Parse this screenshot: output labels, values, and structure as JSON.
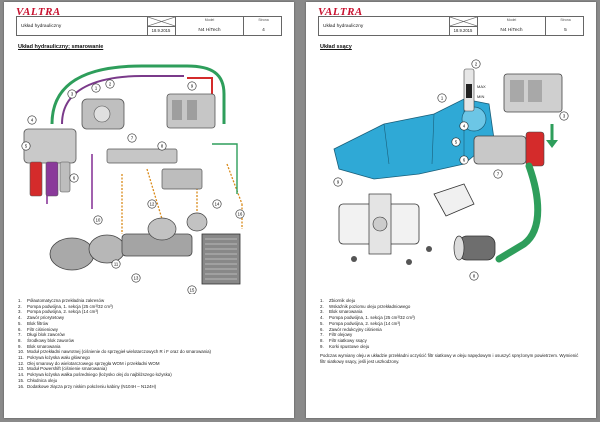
{
  "brand": "VALTRA",
  "pages": [
    {
      "header": {
        "title": "Układ hydrauliczny",
        "date": "18.9.2015",
        "model_label": "Model",
        "model": "N4 HiTech",
        "page_label": "Strona",
        "page": "4"
      },
      "section_title": "Układ hydrauliczny; smarowanie",
      "callouts": [
        "1",
        "2",
        "3",
        "4",
        "5",
        "6",
        "7",
        "8",
        "9",
        "10",
        "11",
        "12",
        "13",
        "14",
        "15",
        "16"
      ],
      "legend": [
        {
          "num": "1.",
          "text": "Półautomatyczna przekładnia zakresów"
        },
        {
          "num": "2.",
          "text": "Pompa podwójna, 1. sekcja (25 cm³/32 cm³)"
        },
        {
          "num": "3.",
          "text": "Pompa podwójna, 2. sekcja (14 cm³)"
        },
        {
          "num": "4.",
          "text": "Zawór priorytetowy"
        },
        {
          "num": "5.",
          "text": "Blok filtrów"
        },
        {
          "num": "6.",
          "text": "Filtr ciśnieniowy"
        },
        {
          "num": "7.",
          "text": "Długi blok zaworów"
        },
        {
          "num": "8.",
          "text": "Środkowy blok zaworów"
        },
        {
          "num": "9.",
          "text": "Blok smarowania"
        },
        {
          "num": "10.",
          "text": "Moduł przekładni nawrotnej (ciśnienie do sprzęgieł wielotarczowych R i F oraz do smarowania)"
        },
        {
          "num": "11.",
          "text": "Pokrywa łożyska wału głównego"
        },
        {
          "num": "12.",
          "text": "Olej smarowy do wielotarczowego sprzęgła WOM i przekładni WOM"
        },
        {
          "num": "13.",
          "text": "Moduł Powershift (ciśnienie smarowania)"
        },
        {
          "num": "14.",
          "text": "Pokrywa łożyska wałka pośredniego (łożysko olej do najbliższego łożyska)"
        },
        {
          "num": "15.",
          "text": "Chłodnica oleju"
        },
        {
          "num": "16.",
          "text": "Dodatkowe złącza przy niskim położeniu kabiny (N104H – N124H)"
        }
      ]
    },
    {
      "header": {
        "title": "Układ hydrauliczny",
        "date": "18.9.2015",
        "model_label": "Model",
        "model": "N4 HiTech",
        "page_label": "Strona",
        "page": "5"
      },
      "section_title": "Układ ssący",
      "callouts": [
        "1",
        "2",
        "3",
        "4",
        "5",
        "6",
        "7",
        "8",
        "9"
      ],
      "gauge_labels": [
        "MAX",
        "MIN"
      ],
      "legend": [
        {
          "num": "1.",
          "text": "Zbiornik oleju"
        },
        {
          "num": "2.",
          "text": "Wskaźnik poziomu oleju przekładniowego"
        },
        {
          "num": "3.",
          "text": "Blok smarowania"
        },
        {
          "num": "4.",
          "text": "Pompa podwójna, 1. sekcja (25 cm³/32 cm³)"
        },
        {
          "num": "5.",
          "text": "Pompa podwójna, 2. sekcja (14 cm³)"
        },
        {
          "num": "6.",
          "text": "Zawór redukcyjny ciśnienia"
        },
        {
          "num": "7.",
          "text": "Filtr olejowy"
        },
        {
          "num": "8.",
          "text": "Filtr siatkowy ssący"
        },
        {
          "num": "9.",
          "text": "Korki spustowe oleju"
        }
      ],
      "note": "Podczas wymiany oleju w układzie przekładni oczyścić filtr siatkowy w oleju napędowym i osuszyć sprężonym powietrzem. Wymienić filtr siatkowy ssący, jeśli jest uszkodzony."
    }
  ],
  "colors": {
    "brand_red": "#c8102e",
    "hydraulic_green": "#2e9e5b",
    "lube_orange": "#d98a1a",
    "suction_cyan": "#2fa9d6",
    "pressure_purple": "#8a3a9a",
    "pressure_red": "#d42b2b"
  }
}
